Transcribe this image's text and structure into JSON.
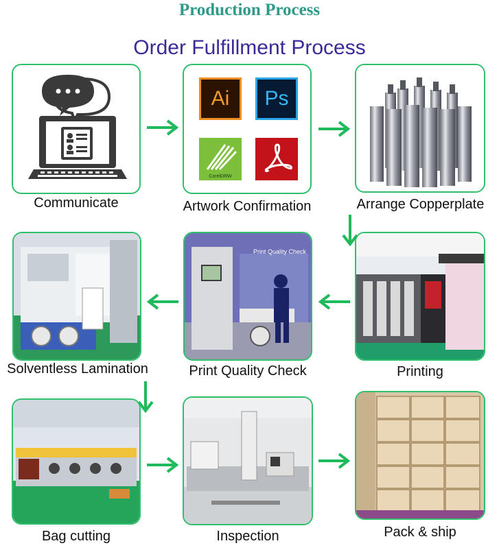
{
  "title": "Production Process",
  "subtitle": "Order Fulfillment Process",
  "steps": [
    {
      "label": "Communicate"
    },
    {
      "label": "Artwork Confirmation"
    },
    {
      "label": "Arrange Copperplate"
    },
    {
      "label": "Printing"
    },
    {
      "label": "Print Quality Check"
    },
    {
      "label": "Solventless Lamination"
    },
    {
      "label": "Bag cutting"
    },
    {
      "label": "Inspection"
    },
    {
      "label": "Pack & ship"
    }
  ],
  "artwork_apps": {
    "ai": "Ai",
    "ps": "Ps",
    "cdr": "CorelDRW"
  },
  "print_check_sign": "Print Quality Check",
  "colors": {
    "accent_green": "#2fbf6d",
    "title_teal": "#2e9a89",
    "subtitle_navy": "#3a2a9a"
  }
}
